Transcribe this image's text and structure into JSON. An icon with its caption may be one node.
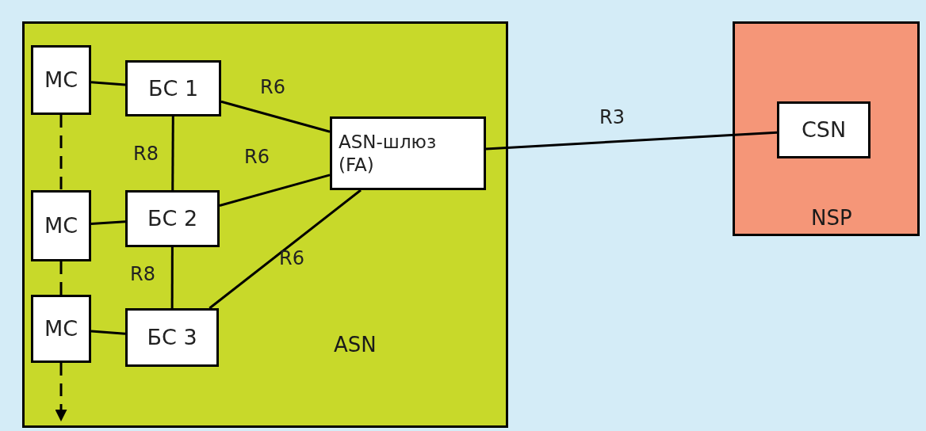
{
  "diagram": {
    "nodes": [
      {
        "text": [
          "ASN"
        ]
      },
      {
        "text": [
          "MC"
        ],
        "in": 0
      },
      {
        "text": [
          "БС 1"
        ],
        "in": 0
      },
      {
        "text": [
          "MC"
        ],
        "in": 0
      },
      {
        "text": [
          "БС 2"
        ],
        "in": 0
      },
      {
        "text": [
          "MC"
        ],
        "in": 0
      },
      {
        "text": [
          "БС 3"
        ],
        "in": 0
      },
      {
        "text": [
          "ASN-шлюз (FA)"
        ],
        "in": 0
      },
      {
        "text": [
          "NSP"
        ]
      },
      {
        "text": [
          "CSN"
        ],
        "in": 8
      }
    ],
    "edges": [
      {
        "from": 1,
        "to": 2,
        "arrow": "none"
      },
      {
        "from": 3,
        "to": 4,
        "arrow": "none"
      },
      {
        "from": 5,
        "to": 6,
        "arrow": "none"
      },
      {
        "from": 2,
        "to": 4,
        "arrow": "none",
        "label": "R8"
      },
      {
        "from": 4,
        "to": 6,
        "arrow": "none",
        "label": "R8"
      },
      {
        "from": 2,
        "to": 7,
        "arrow": "none",
        "label": "R6"
      },
      {
        "from": 4,
        "to": 7,
        "arrow": "none",
        "label": "R6"
      },
      {
        "from": 6,
        "to": 7,
        "arrow": "none",
        "label": "R6"
      },
      {
        "from": 7,
        "to": 9,
        "arrow": "none",
        "label": "R3"
      },
      {
        "from": 1,
        "to": 3,
        "arrow": "none",
        "style": "dashed"
      },
      {
        "from": 3,
        "to": 5,
        "arrow": "none",
        "style": "dashed"
      },
      {
        "from": 5,
        "to": null,
        "arrow": "to",
        "style": "dashed"
      }
    ]
  }
}
